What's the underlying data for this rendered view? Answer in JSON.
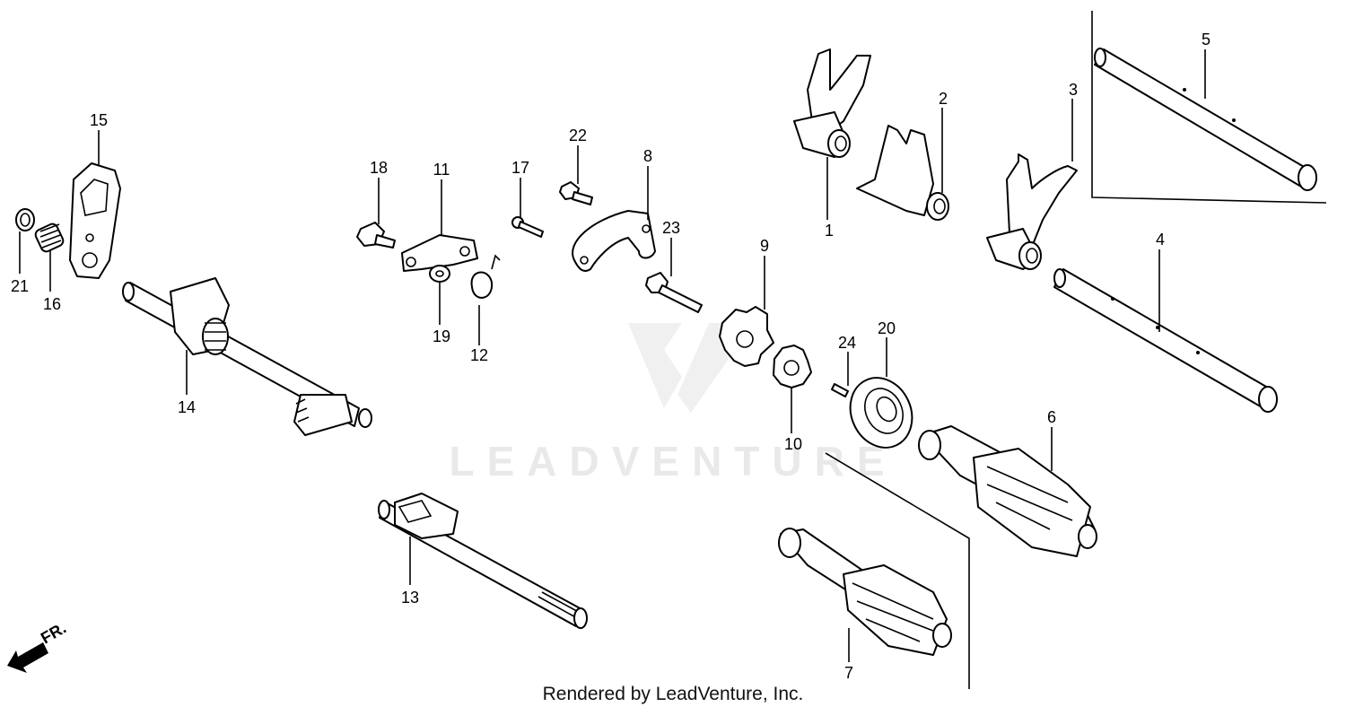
{
  "watermark": "LEADVENTURE",
  "footer": "Rendered by LeadVenture, Inc.",
  "direction_label": "FR.",
  "callouts": {
    "c1": "1",
    "c2": "2",
    "c3": "3",
    "c4": "4",
    "c5": "5",
    "c6": "6",
    "c7": "7",
    "c8": "8",
    "c9": "9",
    "c10": "10",
    "c11": "11",
    "c12": "12",
    "c13": "13",
    "c14": "14",
    "c15": "15",
    "c16": "16",
    "c17": "17",
    "c18": "18",
    "c19": "19",
    "c20": "20",
    "c21": "21",
    "c22": "22",
    "c23": "23",
    "c24": "24"
  }
}
